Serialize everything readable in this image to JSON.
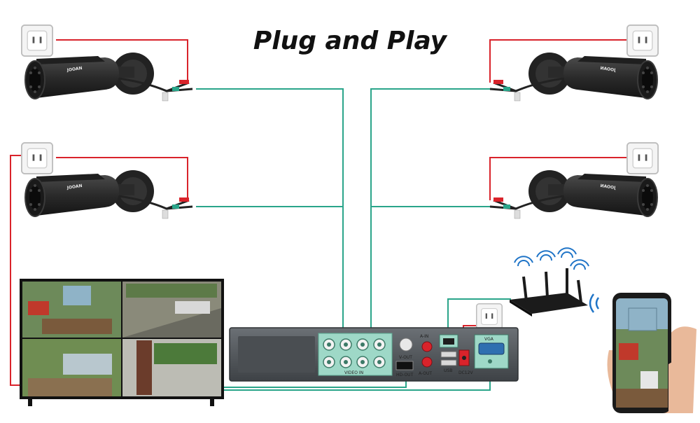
{
  "title": "Plug and Play",
  "brand": "JOOAN",
  "dvr_labels": {
    "video_in": "VIDEO IN",
    "audio_in": "A-IN",
    "video_out": "V-OUT",
    "audio_out": "A-OUT",
    "hd_out": "HD-OUT",
    "usb": "USB",
    "dc": "DC12V",
    "vga": "VGA"
  },
  "colors": {
    "video_wire": "#2aa58a",
    "power_wire": "#d9232b",
    "camera_body": "#2b2b2b",
    "dvr_body": "#555a5e"
  },
  "icons": {
    "outlet": "power-outlet-icon",
    "camera": "bullet-camera-icon",
    "router": "wifi-router-icon",
    "wifi": "wifi-signal-icon",
    "phone": "smartphone-icon",
    "monitor": "monitor-icon",
    "dvr": "dvr-recorder-icon"
  }
}
